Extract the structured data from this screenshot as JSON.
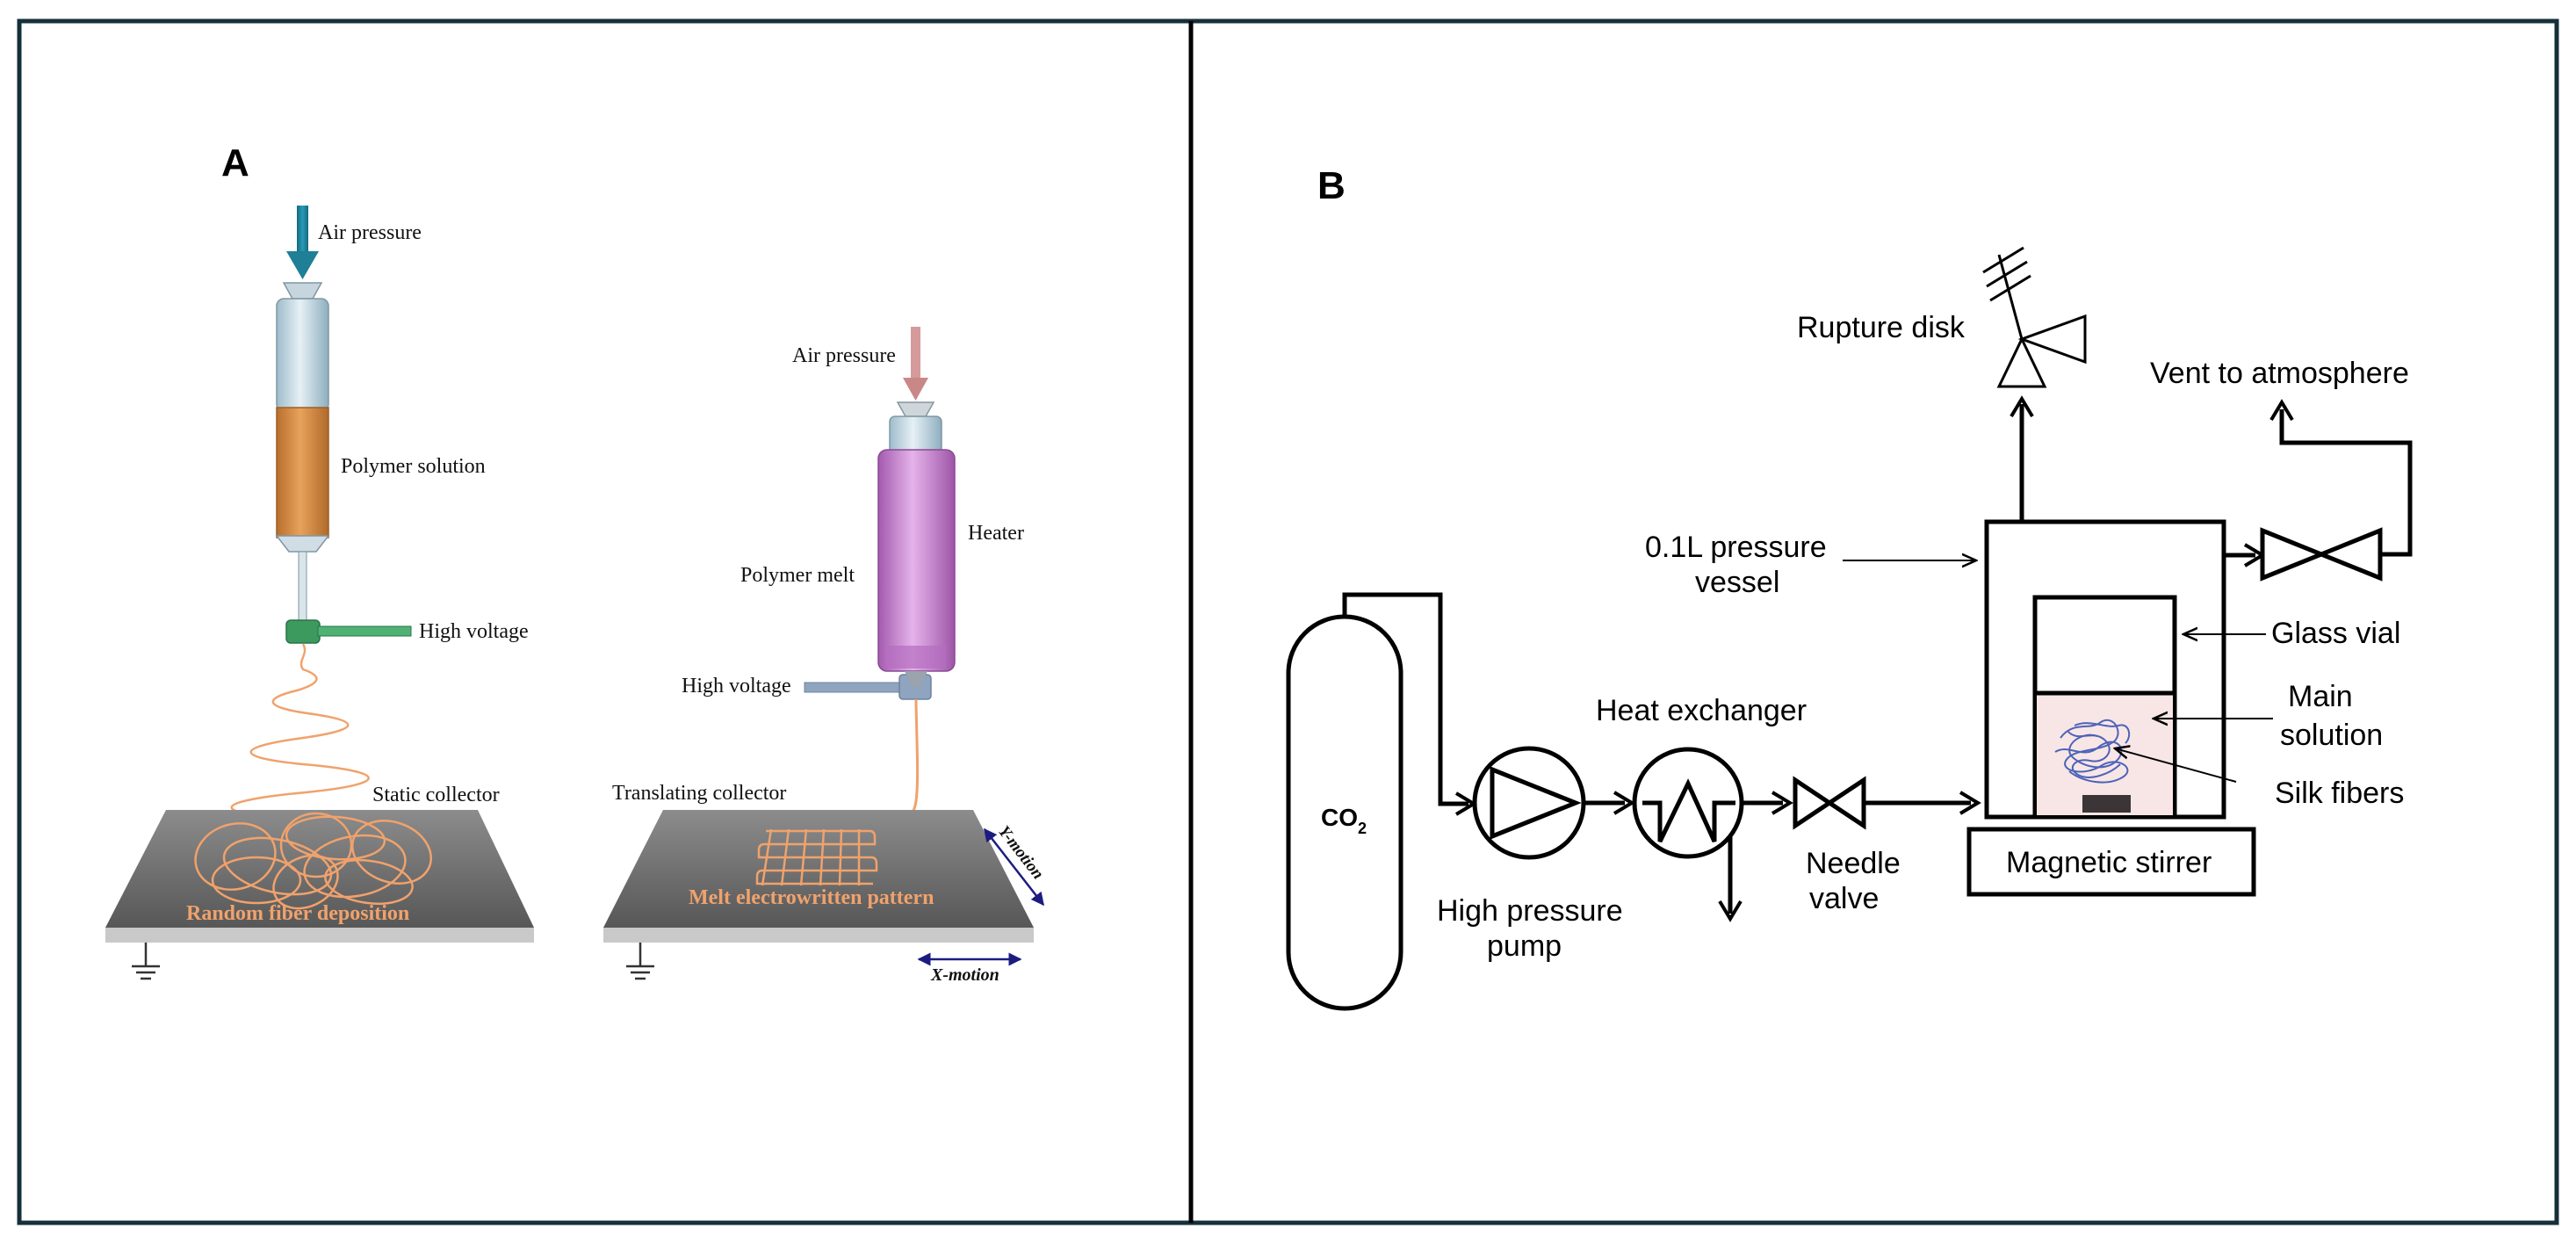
{
  "colors": {
    "frame": "#16303a",
    "teal_arrow": "#1f7f96",
    "pink_arrow": "#d59a9a",
    "orange": "#f0a26c",
    "syringe_orange": "#d98a3c",
    "syringe_blue": "#c9dce6",
    "heater_purple": "#c77fcf",
    "hv_green": "#3c9a5f",
    "hv_blue": "#8ea4bf",
    "collector_gray": "#6f6f6f",
    "motion_navy": "#1c1c80",
    "silk_blue": "#4d63b8",
    "solution_pink": "#f8e6e6"
  },
  "panel_a": {
    "label": "A",
    "left_setup": {
      "air_pressure": "Air pressure",
      "polymer_solution": "Polymer solution",
      "high_voltage": "High voltage",
      "static_collector": "Static collector",
      "deposition": "Random fiber deposition",
      "ground_icon": "ground-symbol"
    },
    "right_setup": {
      "air_pressure": "Air pressure",
      "heater": "Heater",
      "polymer_melt": "Polymer melt",
      "high_voltage": "High voltage",
      "translating_collector": "Translating collector",
      "pattern": "Melt electrowritten pattern",
      "y_motion": "Y-motion",
      "x_motion": "X-motion",
      "ground_icon": "ground-symbol"
    }
  },
  "panel_b": {
    "label": "B",
    "co2": "CO",
    "co2_subscript": "2",
    "high_pressure_pump": [
      "High pressure",
      "pump"
    ],
    "heat_exchanger": "Heat exchanger",
    "needle_valve": [
      "Needle",
      "valve"
    ],
    "rupture_disk": "Rupture disk",
    "vent": "Vent to atmosphere",
    "pressure_vessel": [
      "0.1L pressure",
      "vessel"
    ],
    "glass_vial": "Glass vial",
    "main_solution": [
      "Main",
      "solution"
    ],
    "silk_fibers": "Silk fibers",
    "magnetic_stirrer": "Magnetic stirrer"
  }
}
